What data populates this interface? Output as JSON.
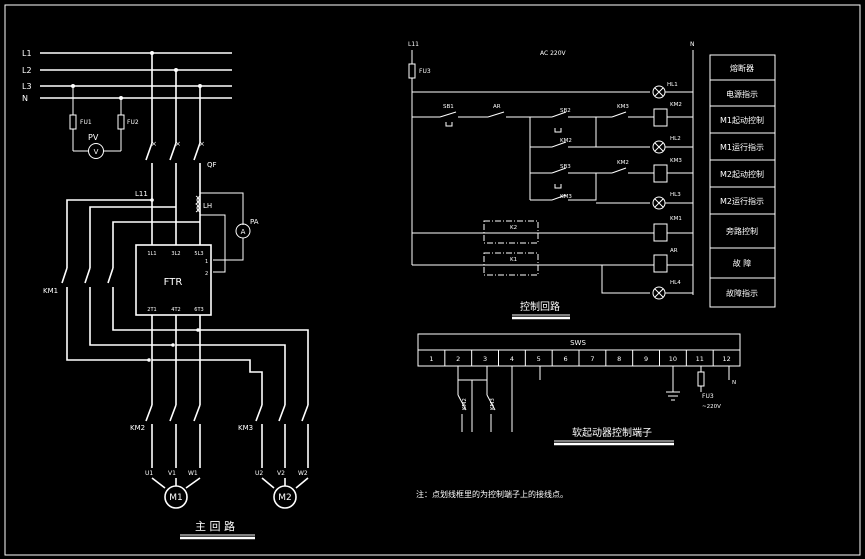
{
  "diagram": {
    "title": "",
    "main_circuit": {
      "caption": "主 回 路",
      "bus_labels": [
        "L1",
        "L2",
        "L3",
        "N"
      ],
      "fu1": "FU1",
      "fu2": "FU2",
      "pv": "PV",
      "v": "V",
      "qf": "QF",
      "l11": "L11",
      "lh": "LH",
      "pa": "PA",
      "a": "A",
      "km1": "KM1",
      "km2": "KM2",
      "km3": "KM3",
      "ftr": {
        "name": "FTR",
        "top_terms": [
          "1L1",
          "3L2",
          "5L3"
        ],
        "bottom_terms": [
          "2T1",
          "4T2",
          "6T3"
        ],
        "side_terms": [
          "1",
          "2"
        ]
      },
      "motor1_terms": [
        "U1",
        "V1",
        "W1"
      ],
      "motor2_terms": [
        "U2",
        "V2",
        "W2"
      ],
      "motor1": "M1",
      "motor2": "M2",
      "tilde": "~"
    },
    "control_circuit": {
      "caption": "控制回路",
      "l11": "L11",
      "n": "N",
      "fu3": "FU3",
      "ac": "AC 220V",
      "sb1": "SB1",
      "ar": "AR",
      "sb2": "SB2",
      "sb3": "SB3",
      "km2": "KM2",
      "km3": "KM3",
      "k2": "K2",
      "k1": "K1",
      "coils": [
        "KM2",
        "KM3",
        "KM1",
        "AR"
      ],
      "lamps": [
        "HL1",
        "HL2",
        "HL3",
        "HL4"
      ],
      "legend": [
        "熔断器",
        "电源指示",
        "M1起动控制",
        "M1运行指示",
        "M2起动控制",
        "M2运行指示",
        "旁路控制",
        "故 障",
        "故障指示"
      ]
    },
    "terminal_block": {
      "title": "SWS",
      "caption": "软起动器控制端子",
      "terminals": [
        "1",
        "2",
        "3",
        "4",
        "5",
        "6",
        "7",
        "8",
        "9",
        "10",
        "11",
        "12"
      ],
      "km2": "KM2",
      "km3": "KM3",
      "fu3": "FU3",
      "n": "N",
      "voltage": "~220V"
    },
    "note": "注：点划线框里的为控制端子上的接线点。"
  }
}
